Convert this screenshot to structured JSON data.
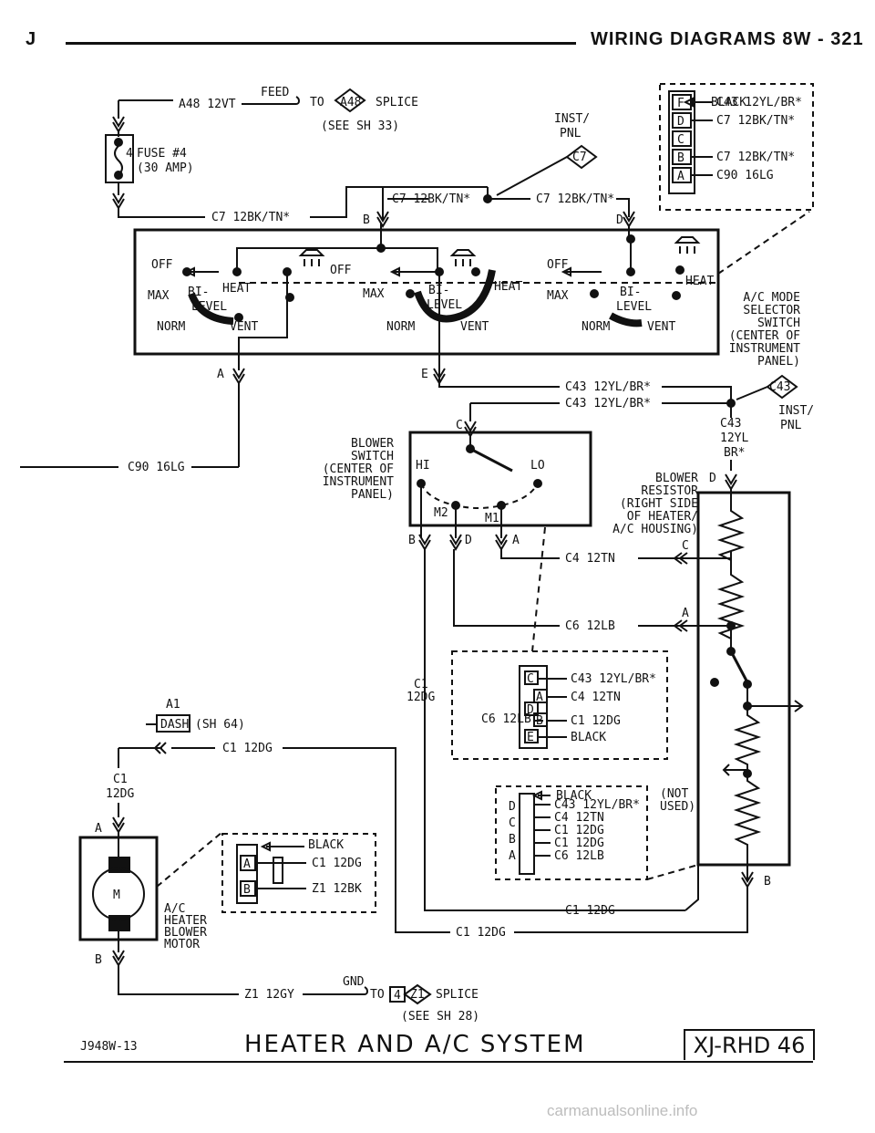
{
  "header": {
    "left": "J",
    "right": "WIRING DIAGRAMS   8W - 321"
  },
  "feed": {
    "wire": "A48 12VT",
    "feed": "FEED",
    "to": "TO",
    "splice_id": "A48",
    "splice": "SPLICE",
    "see": "(SEE SH 33)"
  },
  "fuse": {
    "label": "FUSE #4",
    "rating": "(30 AMP)",
    "pin": "4"
  },
  "inst_pnl_top": {
    "label1": "INST/",
    "label2": "PNL",
    "conn": "C7"
  },
  "top_wires": {
    "c7_left": "C7 12BK/TN*",
    "c7_mid": "C7 12BK/TN*",
    "c7_right": "C7 12BK/TN*",
    "pin_b": "B",
    "pin_d": "D"
  },
  "top_connector": {
    "black": "BLACK",
    "pins": [
      {
        "pin": "F",
        "wire": "C43 12YL/BR*"
      },
      {
        "pin": "D",
        "wire": "C7 12BK/TN*"
      },
      {
        "pin": "C",
        "wire": ""
      },
      {
        "pin": "B",
        "wire": "C7 12BK/TN*"
      },
      {
        "pin": "A",
        "wire": "C90 16LG"
      }
    ]
  },
  "mode_switch": {
    "off": "OFF",
    "max": "MAX",
    "norm": "NORM",
    "vent": "VENT",
    "heat": "HEAT",
    "bi": "BI-",
    "level": "LEVEL",
    "label": [
      "A/C MODE",
      "SELECTOR",
      "SWITCH",
      "(CENTER OF",
      "INSTRUMENT",
      "PANEL)"
    ]
  },
  "mode_pins": {
    "a": "A",
    "e": "E"
  },
  "wires_mid": {
    "c43_1": "C43 12YL/BR*",
    "c43_2": "C43 12YL/BR*",
    "c90": "C90 16LG"
  },
  "inst_pnl_right": {
    "conn": "C43",
    "label1": "INST/",
    "label2": "PNL",
    "w1": "C43",
    "w2": "12YL",
    "w3": "BR*"
  },
  "blower_switch": {
    "label": [
      "BLOWER",
      "SWITCH",
      "(CENTER OF",
      "INSTRUMENT",
      "PANEL)"
    ],
    "hi": "HI",
    "lo": "LO",
    "m2": "M2",
    "m1": "M1",
    "pin_c": "C",
    "pin_b": "B",
    "pin_d": "D",
    "pin_a": "A"
  },
  "blower_resistor": {
    "label": [
      "BLOWER",
      "RESISTOR",
      "(RIGHT SIDE",
      "OF HEATER/",
      "A/C HOUSING)"
    ],
    "pin_d": "D",
    "pin_c": "C",
    "pin_a": "A",
    "pin_b": "B"
  },
  "wires_low": {
    "c4": "C4 12TN",
    "c6": "C6 12LB"
  },
  "connector_mid": {
    "c6": "C6 12LB",
    "pins": [
      {
        "pin": "C",
        "wire": "C43 12YL/BR*"
      },
      {
        "pin": "A",
        "wire": "C4 12TN"
      },
      {
        "pin": "D",
        "wire": ""
      },
      {
        "pin": "B",
        "wire": "C1 12DG"
      },
      {
        "pin": "E",
        "wire": "BLACK"
      }
    ]
  },
  "c1_vertical": {
    "l1": "C1",
    "l2": "12DG"
  },
  "dash": {
    "id": "A1",
    "label": "DASH",
    "sheet": "(SH 64)"
  },
  "c1_wires": {
    "top": "C1 12DG",
    "left1": "C1",
    "left2": "12DG",
    "bottom1": "C1 12DG",
    "bottom2": "C1 12DG"
  },
  "motor": {
    "symbol": "M",
    "pin_a": "A",
    "pin_b": "B",
    "label": [
      "A/C",
      "HEATER",
      "BLOWER",
      "MOTOR"
    ]
  },
  "motor_connector": {
    "black": "BLACK",
    "pins": [
      {
        "pin": "A",
        "wire": "C1 12DG"
      },
      {
        "pin": "B",
        "wire": "Z1 12BK"
      }
    ]
  },
  "resistor_connector": {
    "black": "BLACK",
    "wires": [
      "C43 12YL/BR*",
      "C4 12TN",
      "C1 12DG",
      "C1 12DG",
      "C6 12LB"
    ],
    "pins": [
      "D",
      "C",
      "B",
      "A"
    ],
    "not_used": [
      "(NOT",
      "USED)"
    ]
  },
  "ground": {
    "gnd": "GND",
    "wire": "Z1 12GY",
    "to": "TO",
    "num": "4",
    "splice_id": "Z1",
    "splice": "SPLICE",
    "see": "(SEE SH 28)"
  },
  "footer": {
    "code": "J948W-13",
    "title": "HEATER AND A/C SYSTEM",
    "box": "XJ-RHD 46"
  },
  "watermark": "carmanualsonline.info"
}
